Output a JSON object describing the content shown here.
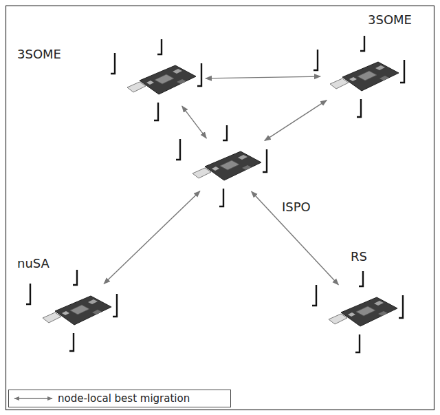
{
  "diagram": {
    "nodes": [
      {
        "text": [
          "3SOME"
        ]
      },
      {
        "text": [
          "3SOME"
        ]
      },
      {
        "text": [
          "ISPO"
        ]
      },
      {
        "text": [
          "nuSA"
        ]
      },
      {
        "text": [
          "RS"
        ]
      }
    ],
    "edges": [
      {
        "from": 0,
        "to": 1,
        "arrow": "both"
      },
      {
        "from": 0,
        "to": 2,
        "arrow": "both"
      },
      {
        "from": 1,
        "to": 2,
        "arrow": "both"
      },
      {
        "from": 2,
        "to": 3,
        "arrow": "both"
      },
      {
        "from": 2,
        "to": 4,
        "arrow": "both"
      }
    ],
    "legend": [
      {
        "text": "node-local best migration"
      }
    ]
  }
}
